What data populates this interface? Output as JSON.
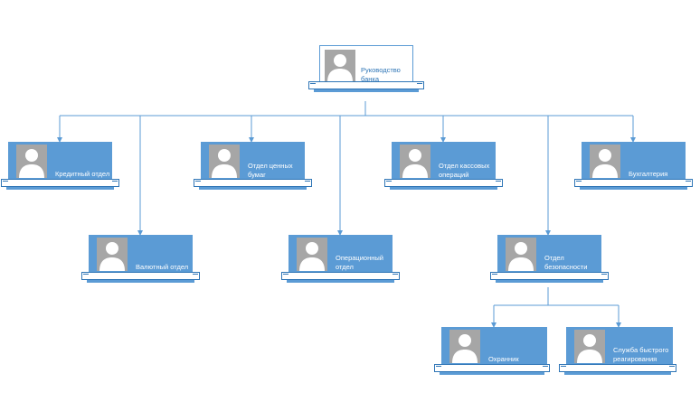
{
  "colors": {
    "card": "#5b9bd5",
    "connector": "#5b9bd5",
    "avatar": "#a6a6a6",
    "root_text": "#2e75b6"
  },
  "nodes": {
    "root": "Руководство банка",
    "credit": "Кредитный отдел",
    "securities": "Отдел ценных бумаг",
    "cash": "Отдел кассовых операций",
    "accounting": "Бухгалтерия",
    "currency": "Валютный отдел",
    "operations": "Операционный отдел",
    "security": "Отдел безопасности",
    "guard": "Охранник",
    "rapid": "Службa быстрого реагирования"
  }
}
